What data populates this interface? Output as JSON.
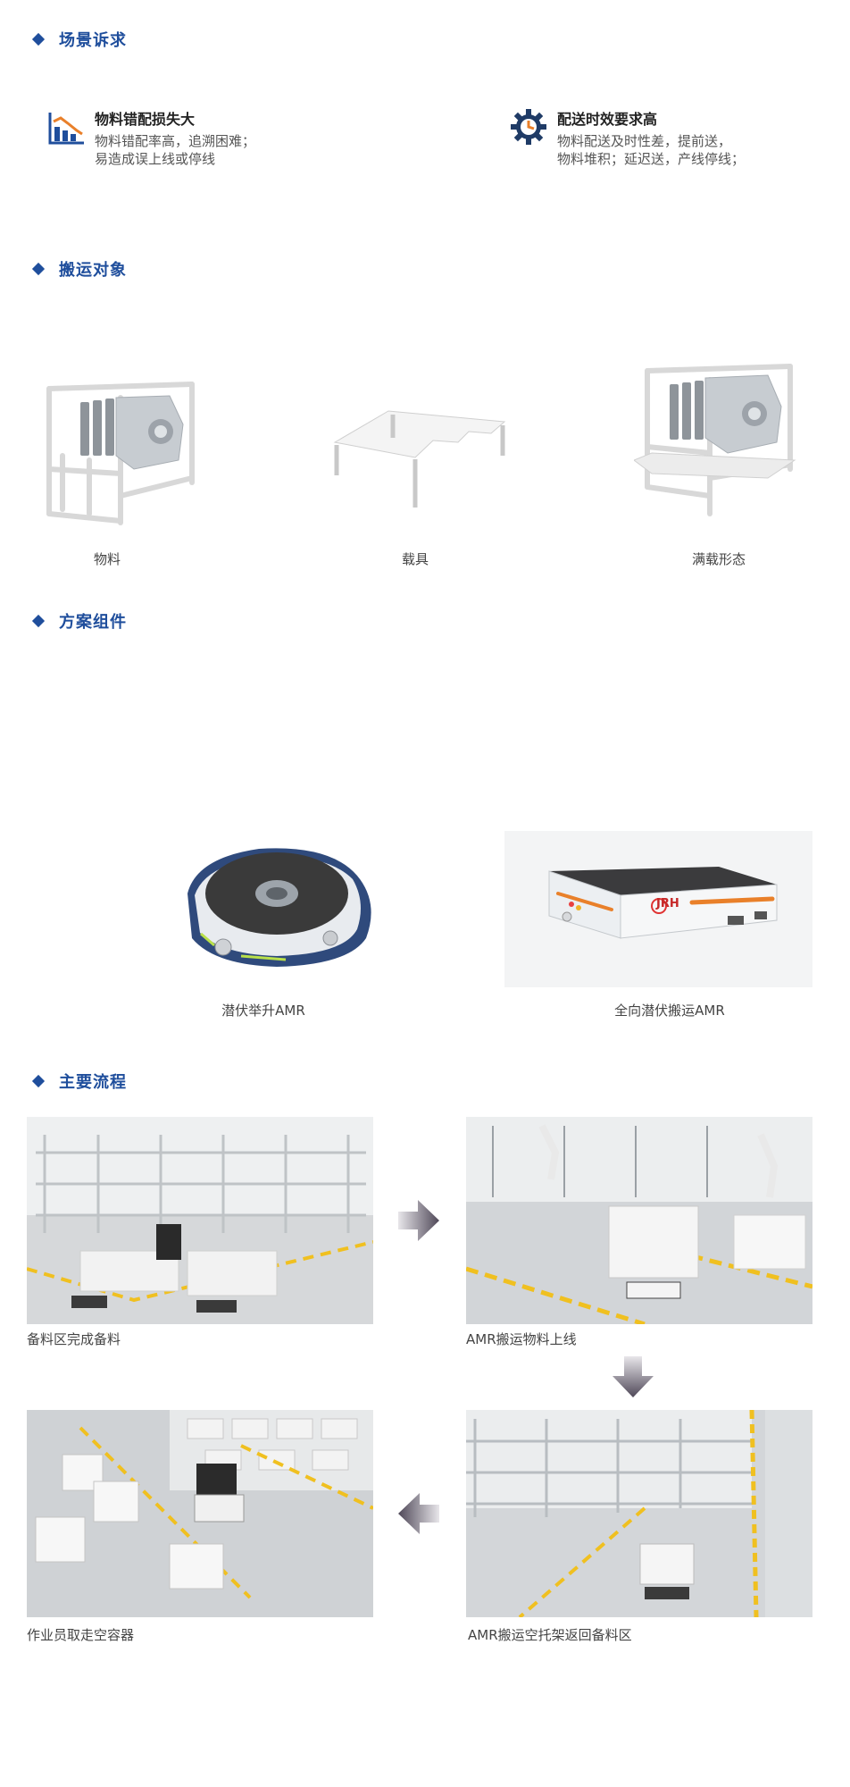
{
  "sections": {
    "demand": "场景诉求",
    "objects": "搬运对象",
    "components": "方案组件",
    "process": "主要流程"
  },
  "demands": [
    {
      "title": "物料错配损失大",
      "lines": [
        "物料错配率高，追溯困难；",
        "易造成误上线或停线"
      ],
      "icon": "chart-decline-icon"
    },
    {
      "title": "配送时效要求高",
      "lines": [
        "物料配送及时性差，提前送，",
        "物料堆积；延迟送，产线停线；"
      ],
      "icon": "gear-clock-icon"
    }
  ],
  "objects": [
    {
      "label": "物料"
    },
    {
      "label": "载具"
    },
    {
      "label": "满载形态"
    }
  ],
  "components": [
    {
      "label": "潜伏举升AMR"
    },
    {
      "label": "全向潜伏搬运AMR",
      "brand": "JRH"
    }
  ],
  "process": [
    {
      "label": "备料区完成备料"
    },
    {
      "label": "AMR搬运物料上线"
    },
    {
      "label": "AMR搬运空托架返回备料区"
    },
    {
      "label": "作业员取走空容器"
    }
  ],
  "colors": {
    "accent": "#1f4e9c",
    "arrow": "#5c5566",
    "floor_stripe": "#f0c020"
  }
}
